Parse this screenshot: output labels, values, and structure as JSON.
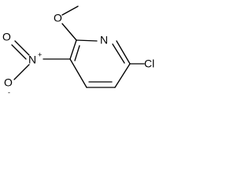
{
  "molecule": {
    "name": "",
    "atom_labels": {
      "O_methoxy": "O",
      "N_ring": "N",
      "Cl": "Cl",
      "N_nitro": "N",
      "N_nitro_charge": "+",
      "O_nitro_top": "O",
      "O_nitro_bottom": "O",
      "O_nitro_bottom_charge": "-"
    }
  }
}
